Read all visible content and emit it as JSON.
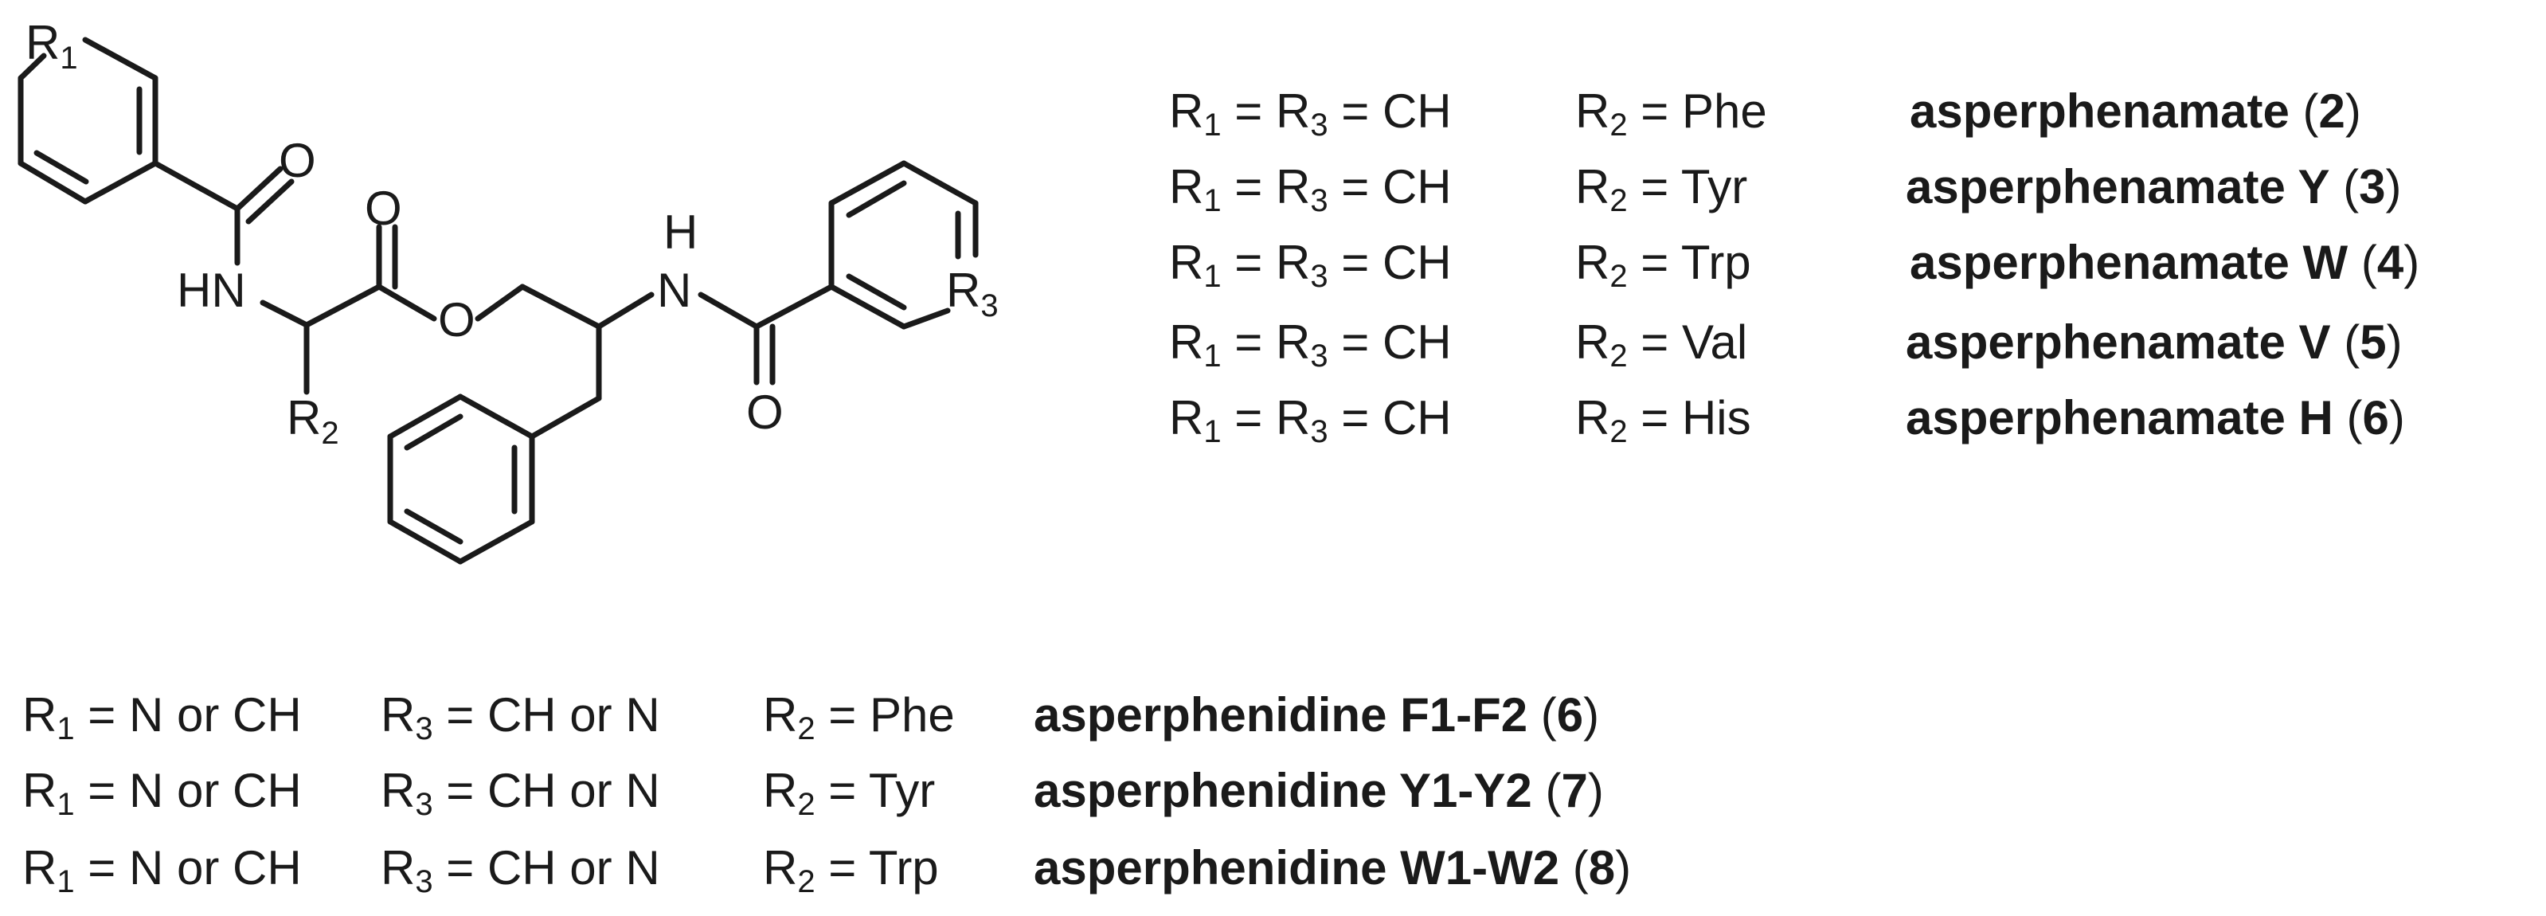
{
  "structure": {
    "atoms": {
      "r1": "R",
      "r1_sub": "1",
      "r2": "R",
      "r2_sub": "2",
      "r3": "R",
      "r3_sub": "3",
      "o_amide1": "O",
      "o_ester_carbonyl": "O",
      "o_ester": "O",
      "o_amide2": "O",
      "hn": "HN",
      "h": "H",
      "n": "N"
    }
  },
  "top_table": {
    "rows": [
      {
        "r1": "R",
        "r1_sub": "1",
        "eq1": " = ",
        "r3": "R",
        "r3_sub": "3",
        "eq2": " = CH",
        "r2": "R",
        "r2_sub": "2",
        "r2_val": " = Phe",
        "name": "asperphenamate",
        "suffix": "",
        "open": " (",
        "num": "2",
        "close": ")"
      },
      {
        "r1": "R",
        "r1_sub": "1",
        "eq1": " = ",
        "r3": "R",
        "r3_sub": "3",
        "eq2": " = CH",
        "r2": "R",
        "r2_sub": "2",
        "r2_val": " = Tyr",
        "name": "asperphenamate ",
        "suffix": "Y",
        "open": " (",
        "num": "3",
        "close": ")"
      },
      {
        "r1": "R",
        "r1_sub": "1",
        "eq1": " = ",
        "r3": "R",
        "r3_sub": "3",
        "eq2": " = CH",
        "r2": "R",
        "r2_sub": "2",
        "r2_val": " = Trp",
        "name": "asperphenamate ",
        "suffix": "W",
        "open": " (",
        "num": "4",
        "close": ")"
      },
      {
        "r1": "R",
        "r1_sub": "1",
        "eq1": " = ",
        "r3": "R",
        "r3_sub": "3",
        "eq2": " = CH",
        "r2": "R",
        "r2_sub": "2",
        "r2_val": " = Val",
        "name": "asperphenamate ",
        "suffix": "V",
        "open": " (",
        "num": "5",
        "close": ")"
      },
      {
        "r1": "R",
        "r1_sub": "1",
        "eq1": " = ",
        "r3": "R",
        "r3_sub": "3",
        "eq2": " = CH",
        "r2": "R",
        "r2_sub": "2",
        "r2_val": " = His",
        "name": "asperphenamate ",
        "suffix": "H",
        "open": " (",
        "num": "6",
        "close": ")"
      }
    ]
  },
  "bottom_table": {
    "rows": [
      {
        "r1": "R",
        "r1_sub": "1",
        "r1_val": " = N or CH",
        "r3": "R",
        "r3_sub": "3",
        "r3_val": " = CH or N",
        "r2": "R",
        "r2_sub": "2",
        "r2_val": " = Phe",
        "name": "asperphenidine ",
        "suffix": "F1-F2",
        "open": " (",
        "num": "6",
        "close": ")"
      },
      {
        "r1": "R",
        "r1_sub": "1",
        "r1_val": " = N or CH",
        "r3": "R",
        "r3_sub": "3",
        "r3_val": " = CH or N",
        "r2": "R",
        "r2_sub": "2",
        "r2_val": " = Tyr",
        "name": "asperphenidine ",
        "suffix": "Y1-Y2",
        "open": " (",
        "num": "7",
        "close": ")"
      },
      {
        "r1": "R",
        "r1_sub": "1",
        "r1_val": " = N or CH",
        "r3": "R",
        "r3_sub": "3",
        "r3_val": " = CH or N",
        "r2": "R",
        "r2_sub": "2",
        "r2_val": " = Trp",
        "name": "asperphenidine ",
        "suffix": "W1-W2",
        "open": " (",
        "num": "8",
        "close": ")"
      }
    ]
  }
}
